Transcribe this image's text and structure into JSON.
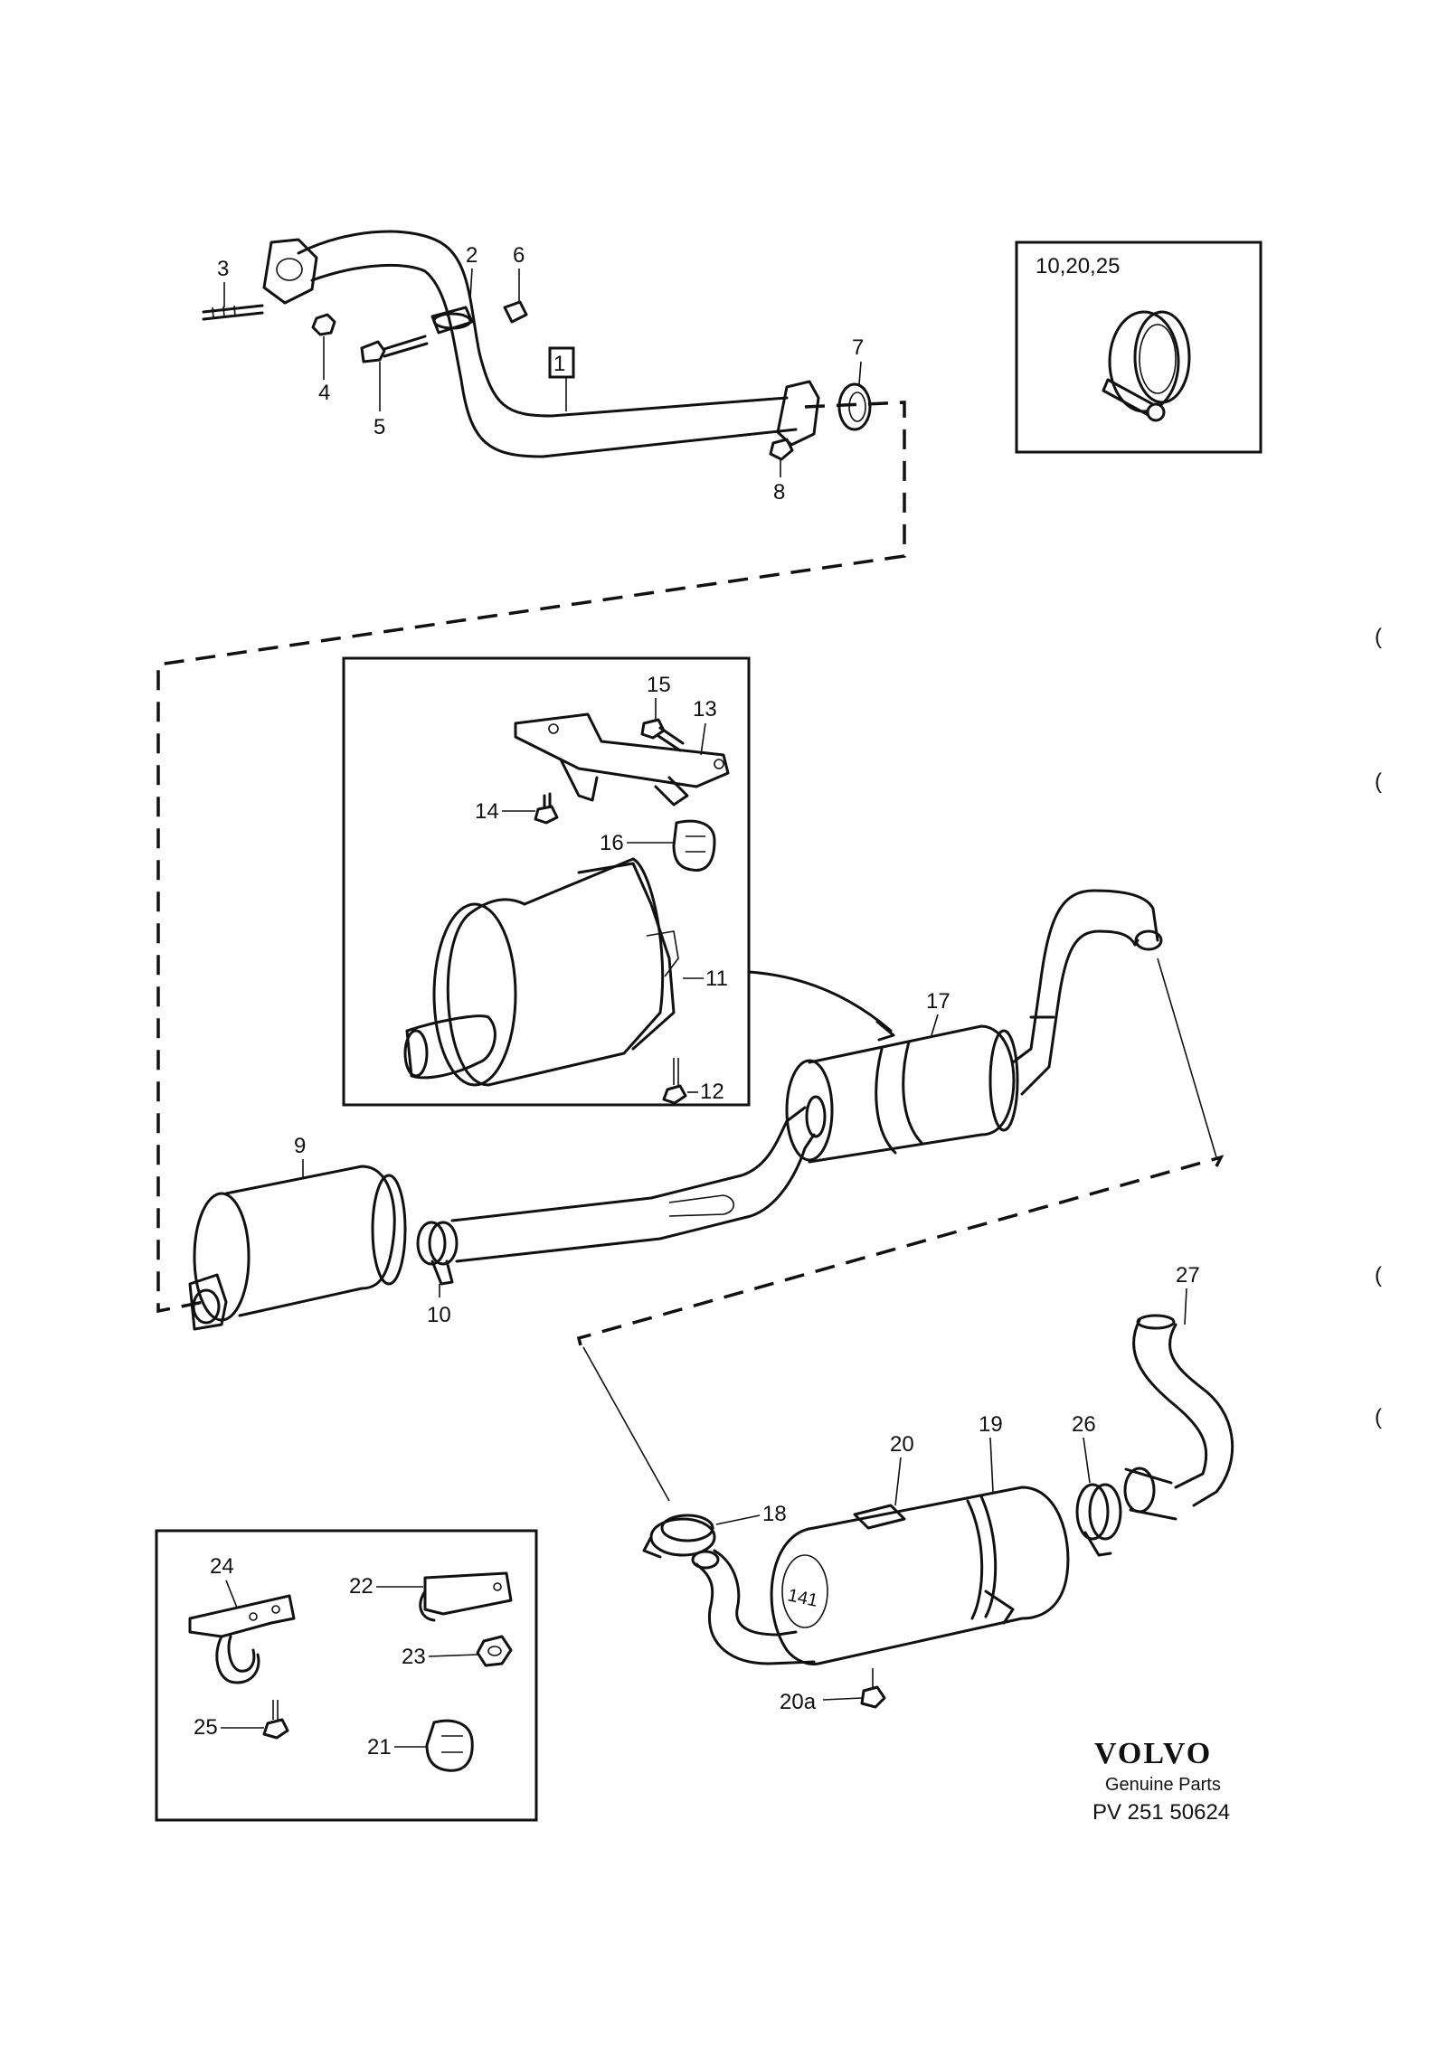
{
  "callouts": {
    "c1": "1",
    "c2": "2",
    "c3": "3",
    "c4": "4",
    "c5": "5",
    "c6": "6",
    "c7": "7",
    "c8": "8",
    "c9": "9",
    "c10": "10",
    "c11": "11",
    "c12": "12",
    "c13": "13",
    "c14": "14",
    "c15": "15",
    "c16": "16",
    "c17": "17",
    "c18": "18",
    "c19": "19",
    "c20": "20",
    "c20a": "20a",
    "c21": "21",
    "c22": "22",
    "c23": "23",
    "c24": "24",
    "c25": "25",
    "c26": "26",
    "c27": "27"
  },
  "inset_clamp": {
    "label": "10,20,25"
  },
  "brand": {
    "name": "VOLVO",
    "tagline": "Genuine Parts",
    "part_number": "PV 251 50624"
  },
  "margin_marks": {
    "m1": "(",
    "m2": "(",
    "m3": "(",
    "m4": "("
  },
  "stamp": {
    "text": "141"
  }
}
